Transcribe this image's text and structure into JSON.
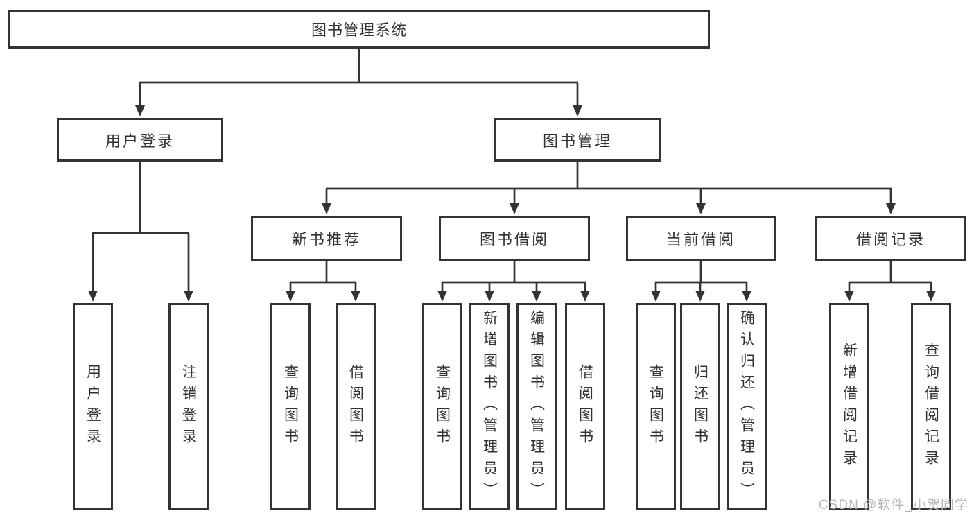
{
  "nodes": {
    "root": "图书管理系统",
    "level1": {
      "user_login": "用户登录",
      "book_mgmt": "图书管理"
    },
    "level2": {
      "new_book": "新书推荐",
      "book_borrow": "图书借阅",
      "current_borrow": "当前借阅",
      "borrow_record": "借阅记录"
    },
    "leaves": {
      "user_login_leaf": "用户登录",
      "logout": "注销登录",
      "nb_query": "查询图书",
      "nb_borrow": "借阅图书",
      "bb_query": "查询图书",
      "bb_add": "新增图书（管理员）",
      "bb_edit": "编辑图书（管理员）",
      "bb_borrow": "借阅图书",
      "cb_query": "查询图书",
      "cb_return": "归还图书",
      "cb_confirm": "确认归还（管理员）",
      "br_add": "新增借阅记录",
      "br_query": "查询借阅记录"
    }
  },
  "watermark": "CSDN @软件_小贺同学",
  "colors": {
    "line": "#333333",
    "text": "#333333",
    "watermark": "#b5b9be",
    "background": "#ffffff"
  }
}
